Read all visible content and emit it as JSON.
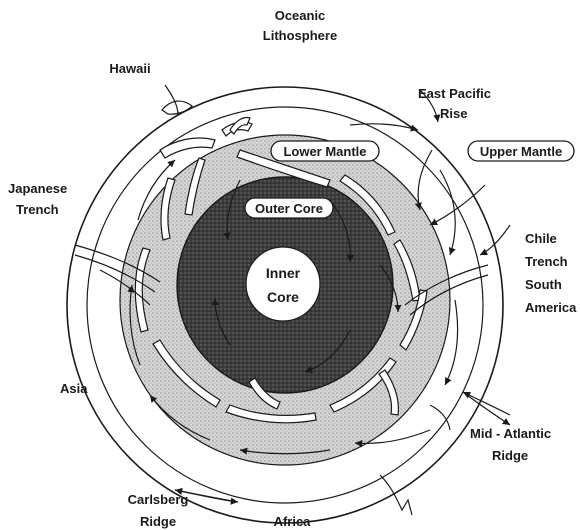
{
  "diagram": {
    "labels": {
      "oceanic_lithosphere_line1": "Oceanic",
      "oceanic_lithosphere_line2": "Lithosphere",
      "hawaii": "Hawaii",
      "east_pacific_line1": "East Pacific",
      "east_pacific_line2": "Rise",
      "upper_mantle": "Upper Mantle",
      "lower_mantle": "Lower Mantle",
      "japanese_line1": "Japanese",
      "japanese_line2": "Trench",
      "outer_core": "Outer Core",
      "inner_core_line1": "Inner",
      "inner_core_line2": "Core",
      "chile_line1": "Chile",
      "chile_line2": "Trench",
      "south_america_line1": "South",
      "south_america_line2": "America",
      "asia": "Asia",
      "mid_atlantic_line1": "Mid - Atlantic",
      "mid_atlantic_line2": "Ridge",
      "carlsberg_line1": "Carlsberg",
      "carlsberg_line2": "Ridge",
      "africa": "Africa"
    },
    "colors": {
      "ink": "#1a1a1a",
      "mantle_stipple": "#b9b9b9",
      "outer_core_stipple": "#4a4a4a",
      "inner_core": "#ffffff",
      "background": "#ffffff"
    }
  }
}
